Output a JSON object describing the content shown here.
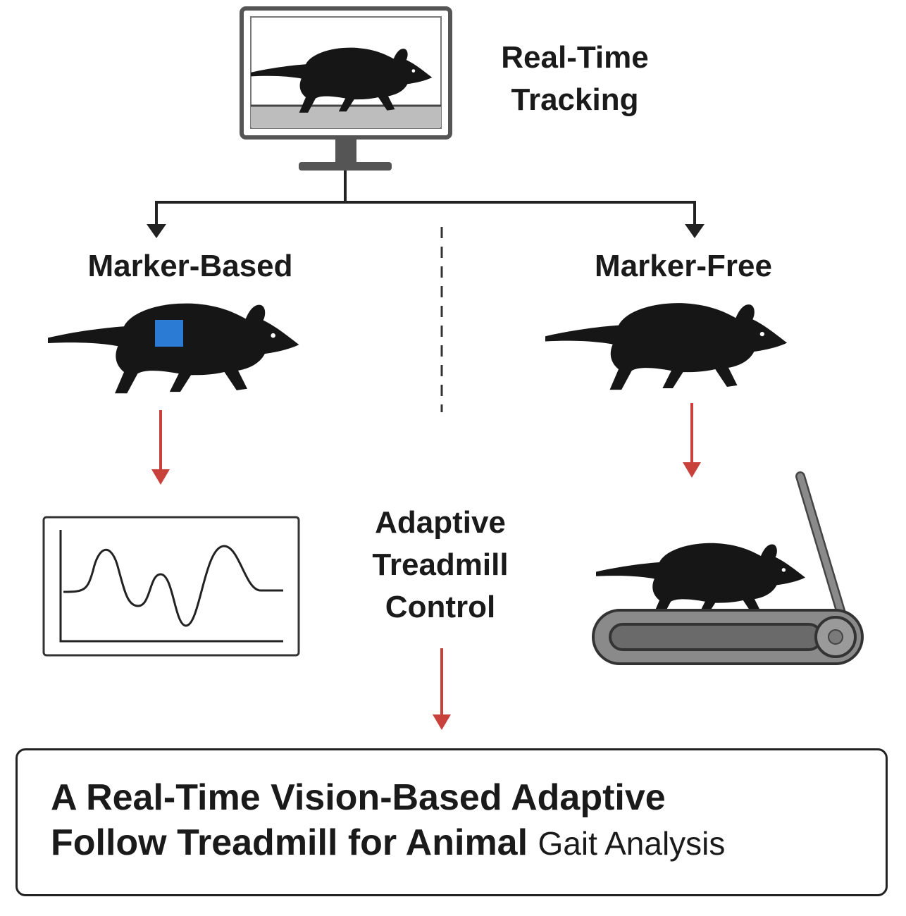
{
  "top": {
    "title_line1": "Real-Time",
    "title_line2": "Tracking",
    "icon": "monitor-with-rat-icon"
  },
  "branches": {
    "left": {
      "label": "Marker-Based",
      "icon": "rat-with-marker-icon",
      "marker_color": "#2b7bd4",
      "output_icon": "signal-plot-icon"
    },
    "right": {
      "label": "Marker-Free",
      "icon": "rat-icon",
      "output_icon": "rat-on-treadmill-icon"
    }
  },
  "center": {
    "line1": "Adaptive",
    "line2": "Treadmill",
    "line3": "Control"
  },
  "result": {
    "title_line1": "A Real-Time Vision-Based Adaptive",
    "title_line2_bold": "Follow Treadmill for Animal",
    "title_line2_light": "Gait Analysis"
  },
  "colors": {
    "arrow_dark": "#222222",
    "arrow_red": "#c8413a",
    "silhouette": "#161616",
    "treadmill_gray": "#8a8a8a",
    "marker_blue": "#2b7bd4"
  }
}
